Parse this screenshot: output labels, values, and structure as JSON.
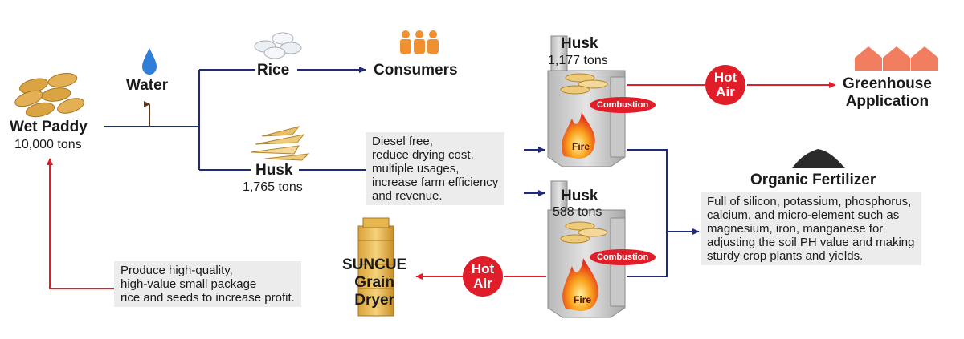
{
  "nodes": {
    "wet_paddy": {
      "title": "Wet Paddy",
      "amount": "10,000 tons"
    },
    "water": {
      "title": "Water"
    },
    "rice": {
      "title": "Rice"
    },
    "consumers": {
      "title": "Consumers"
    },
    "husk_main": {
      "title": "Husk",
      "amount": "1,765 tons"
    },
    "furnace_top": {
      "title": "Husk",
      "amount": "1,177 tons",
      "combustion": "Combustion",
      "fire": "Fire"
    },
    "furnace_bottom": {
      "title": "Husk",
      "amount": "588 tons",
      "combustion": "Combustion",
      "fire": "Fire"
    },
    "hot_air_top": {
      "line1": "Hot",
      "line2": "Air"
    },
    "hot_air_bottom": {
      "line1": "Hot",
      "line2": "Air"
    },
    "greenhouse": {
      "line1": "Greenhouse",
      "line2": "Application"
    },
    "fertilizer": {
      "title": "Organic Fertilizer"
    },
    "dryer": {
      "line1": "SUNCUE",
      "line2": "Grain",
      "line3": "Dryer"
    }
  },
  "notes": {
    "benefits": "Diesel free,\nreduce drying cost,\nmultiple usages,\nincrease farm efficiency\nand revenue.",
    "fertilizer": "Full of silicon, potassium, phosphorus,\ncalcium, and micro-element such as\nmagnesium, iron, manganese for\nadjusting the soil PH value and making\nsturdy crop plants and yields.",
    "profit": "Produce high-quality,\nhigh-value small package\nrice and seeds to increase profit."
  },
  "colors": {
    "navy": "#1f2a78",
    "red": "#e21d2a",
    "gold": "#d9a441",
    "water": "#2f7fd9",
    "consumer": "#f0902e",
    "house": "#f07050"
  }
}
